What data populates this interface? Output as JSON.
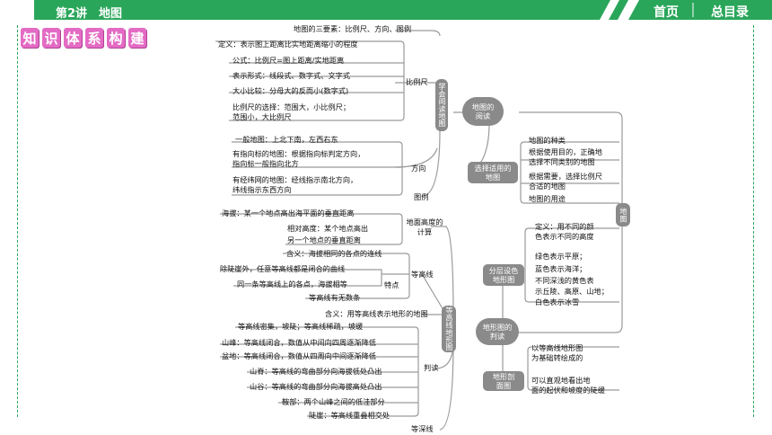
{
  "header": {
    "lesson": "第2讲　地图",
    "home_label": "首页",
    "contents_label": "总目录",
    "bar_color": "#2aa65a"
  },
  "section_title": [
    "知",
    "识",
    "体",
    "系",
    "构",
    "建"
  ],
  "mindmap": {
    "root": "地图",
    "learn_read": "学会阅读地图",
    "reading": "地图的阅读",
    "select_use": "选择适用的地图",
    "contour_group": "等高线地形图",
    "terrain_judge": "地形图的判读",
    "layered": "分层设色地形图",
    "profile": "地形剖面图",
    "elements": "地图的三要素：比例尺、方向、图例",
    "scale": {
      "label": "比例尺",
      "definition": "定义：表示图上距离比实地距离缩小的程度",
      "formula": "公式：比例尺=图上距离/实地距离",
      "forms": "表示形式：线段式、数字式、文字式",
      "compare": "大小比较：分母大的反而小(数字式)",
      "choice_1": "比例尺的选择：范围大，小比例尺；",
      "choice_2": "范围小，大比例尺"
    },
    "direction": {
      "label": "方向",
      "general": "一般地图：上北下南，左西右东",
      "arrow_1": "有指向标的地图：根据指向标判定方向，",
      "arrow_2": "指向标一般指向北方",
      "grid_1": "有经纬网的地图：经线指示南北方向，",
      "grid_2": "纬线指示东西方向"
    },
    "legend_label": "图例",
    "selection": {
      "kinds": "地图的种类",
      "purpose_1": "根据使用目的，正确地",
      "purpose_2": "选择不同类别的地图",
      "need_1": "根据需要，选择比例尺",
      "need_2": "合适的地图",
      "use": "地图的用途"
    },
    "elevation": {
      "label": "地面高度的计算",
      "altitude": "海拔：某一个地点高出海平面的垂直距离",
      "relative_1": "相对高度：某个地点高出",
      "relative_2": "另一个地点的垂直距离"
    },
    "contour": {
      "label": "等高线",
      "meaning": "含义：海拔相同的各点的连线",
      "features_label": "特点",
      "feature_1": "除陡崖外，任意等高线都是闭合的曲线",
      "feature_2": "同一条等高线上的各点，海拔相等",
      "feature_3": "等高线有无数条"
    },
    "contour_map_meaning": "含义：用等高线表示地形的地图",
    "judge": {
      "label": "判读",
      "slope": "等高线密集，坡陡；等高线稀疏，坡缓",
      "peak": "山峰：等高线闭合，数值从中间向四周逐渐降低",
      "basin": "盆地：等高线闭合，数值从四周向中间逐渐降低",
      "ridge": "山脊：等高线的弯曲部分向海拔低处凸出",
      "valley": "山谷：等高线的弯曲部分向海拔高处凸出",
      "saddle": "鞍部：两个山峰之间的低洼部分",
      "cliff": "陡崖：等高线重叠相交处"
    },
    "contour_depth_label": "等深线",
    "layered_detail": {
      "def_1": "定义：用不同的颜",
      "def_2": "色表示不同的高度",
      "green": "绿色表示平原；",
      "blue": "蓝色表示海洋；",
      "yellow_1": "不同深浅的黄色表",
      "yellow_2": "示丘陵、高原、山地；",
      "white": "白色表示冰雪"
    },
    "profile_detail": {
      "line_1": "以等高线地形图",
      "line_2": "为基础转绘成的",
      "line_3": "可以直观地看出地",
      "line_4": "面的起伏和坡度的陡缓"
    }
  }
}
